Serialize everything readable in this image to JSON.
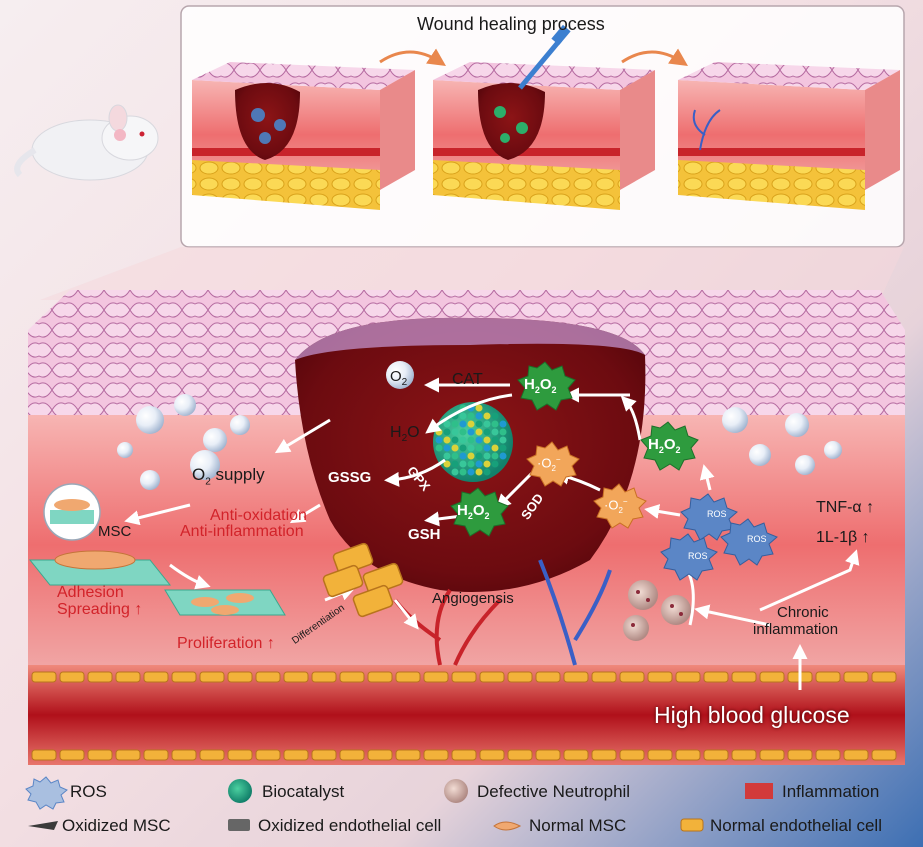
{
  "top_panel": {
    "title": "Wound healing process"
  },
  "center": {
    "cat": "CAT",
    "o2": "O",
    "o2_sub": "2",
    "h2o": "H",
    "h2o_sub": "2",
    "h2o_tail": "O",
    "h2o2_a": "H",
    "h2o2_b": "O",
    "h2o2_sub": "2",
    "superoxide_label": "·O",
    "superoxide_sub": "2",
    "superoxide_sup": "−",
    "gssg": "GSSG",
    "gpx": "GPX",
    "gsh": "GSH",
    "sod": "SOD"
  },
  "left": {
    "o2_supply_o": "O",
    "o2_supply_sub": "2",
    "o2_supply_tail": " supply",
    "anti_oxidation": "Anti-oxidation",
    "anti_inflammation": "Anti-inflammation",
    "msc": "MSC",
    "adhesion": "Adhesion",
    "spreading": "Spreading",
    "proliferation": "Proliferation",
    "differentiation": "Differentiation",
    "angiogenesis": "Angiogensis"
  },
  "right": {
    "tnf": "TNF-α",
    "il": "1L-1β",
    "chronic": "Chronic",
    "inflammation": "inflammation",
    "ros": "ROS"
  },
  "bottom": {
    "high_glucose": "High blood glucose"
  },
  "legend": {
    "ros": "ROS",
    "biocatalyst": "Biocatalyst",
    "neutrophil": "Defective Neutrophil",
    "inflammation": "Inflammation",
    "oxidized_msc": "Oxidized MSC",
    "oxidized_endo": "Oxidized endothelial cell",
    "normal_msc": "Normal MSC",
    "normal_endo": "Normal endothelial cell"
  },
  "colors": {
    "accent_red": "#d2232a",
    "h2o2_green": "#2e9b3e",
    "superoxide_orange": "#e98b2c",
    "ros_blue": "#4f78b6"
  }
}
